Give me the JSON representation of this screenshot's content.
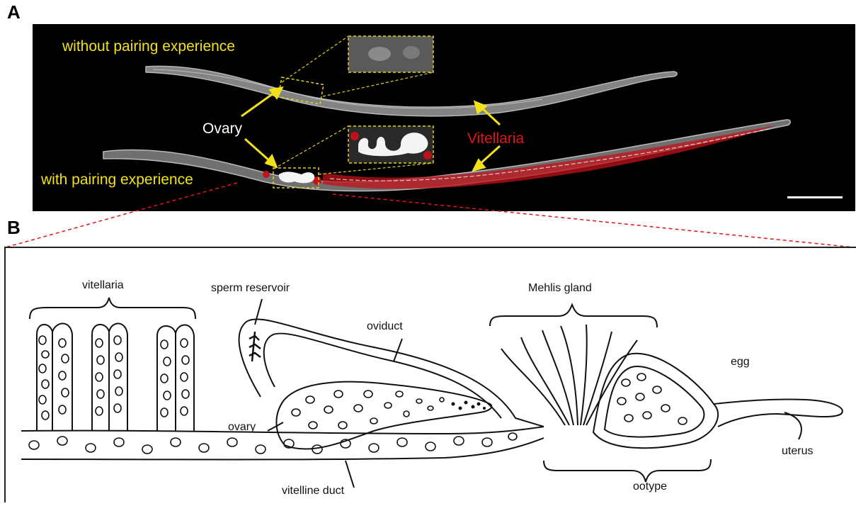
{
  "panel_a": {
    "letter": "A",
    "label_without": "without pairing experience",
    "label_with": "with pairing experience",
    "label_ovary": "Ovary",
    "label_vitellaria": "Vitellaria",
    "colors": {
      "label_yellow": "#f2e01a",
      "vitellaria_red": "#e2151c",
      "background": "#000000"
    }
  },
  "panel_b": {
    "letter": "B",
    "labels": {
      "vitellaria": "vitellaria",
      "sperm_reservoir": "sperm reservoir",
      "oviduct": "oviduct",
      "mehlis_gland": "Mehlis gland",
      "egg": "egg",
      "ovary": "ovary",
      "uterus": "uterus",
      "vitelline_duct": "vitelline duct",
      "ootype": "ootype"
    }
  }
}
